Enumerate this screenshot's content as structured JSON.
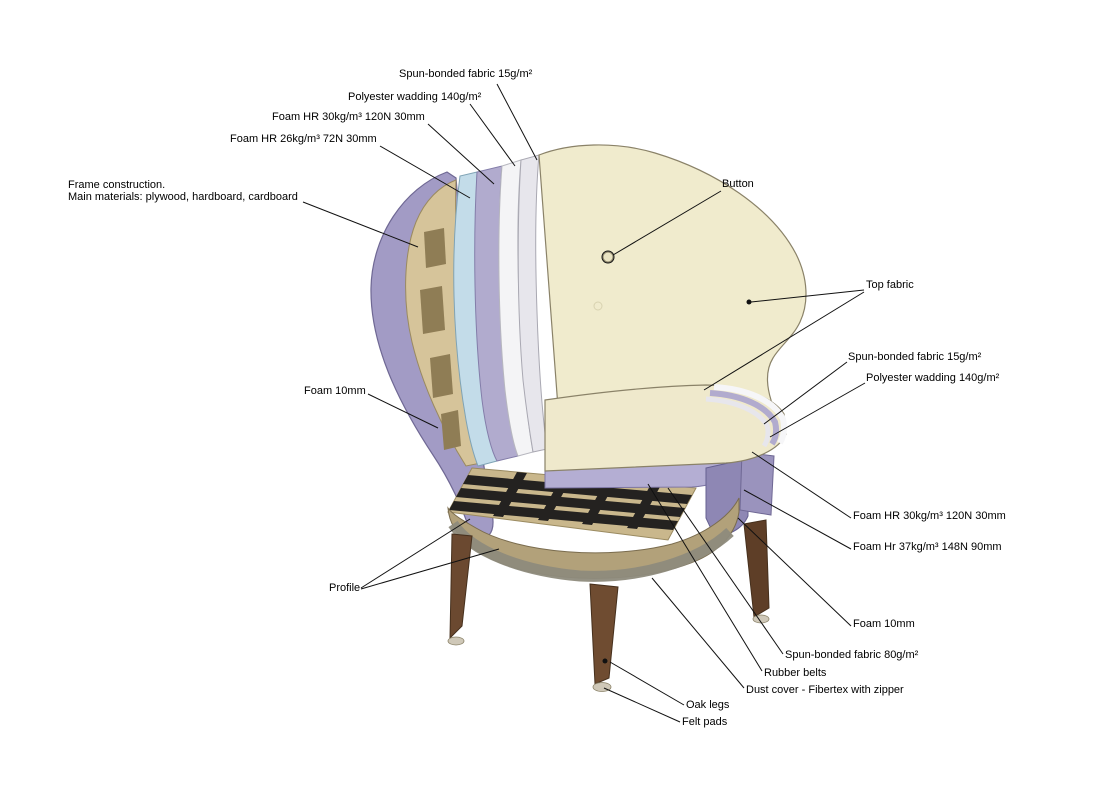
{
  "labels": {
    "spun_bonded_top": "Spun-bonded fabric 15g/m²",
    "polyester_wadding_top": "Polyester wadding 140g/m²",
    "foam_hr30_top": "Foam HR 30kg/m³ 120N 30mm",
    "foam_hr26_top": "Foam HR 26kg/m³ 72N 30mm",
    "frame_line1": "Frame construction.",
    "frame_line2": "Main materials: plywood, hardboard, cardboard",
    "button": "Button",
    "top_fabric": "Top fabric",
    "spun_bonded_seat": "Spun-bonded fabric 15g/m²",
    "polyester_wadding_seat": "Polyester wadding 140g/m²",
    "foam_10mm_left": "Foam 10mm",
    "foam_hr30_seat": "Foam HR 30kg/m³ 120N 30mm",
    "foam_hr37_seat": "Foam Hr 37kg/m³ 148N 90mm",
    "foam_10mm_right": "Foam 10mm",
    "spun_bonded_80": "Spun-bonded fabric 80g/m²",
    "rubber_belts": "Rubber belts",
    "dust_cover": "Dust cover - Fibertex with zipper",
    "oak_legs": "Oak legs",
    "felt_pads": "Felt pads",
    "profile": "Profile"
  },
  "colors": {
    "top_fabric_cream": "#f0ebcd",
    "foam_outer_purple": "#a29bc5",
    "foam_lavender": "#b1abce",
    "foam_blue": "#c3dce9",
    "wadding_white": "#f4f4f6",
    "spun_bonded_pale": "#e7e6ec",
    "wood_frame": "#d6c49a",
    "wood_base": "#b2a17a",
    "rubber_belt_black": "#242220",
    "dust_cover_gray": "#8e8b7c",
    "leg_brown": "#6b4930"
  }
}
